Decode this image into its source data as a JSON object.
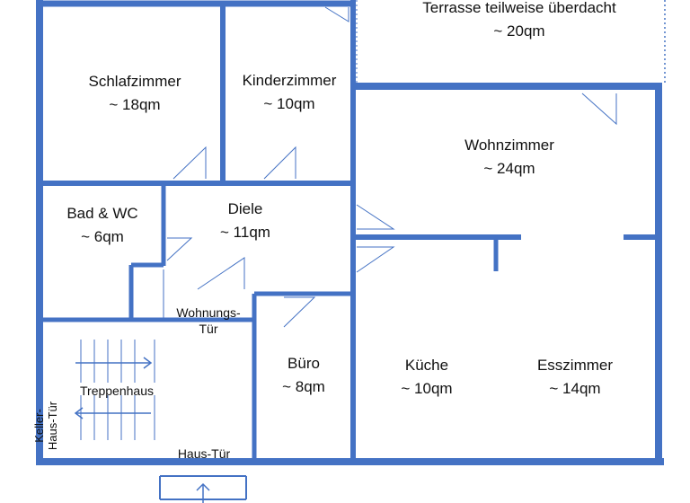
{
  "colors": {
    "wall": "#4472C4",
    "text": "#111111",
    "background": "#ffffff"
  },
  "rooms": {
    "terrasse": {
      "name": "Terrasse teilweise überdacht",
      "area": "~ 20qm"
    },
    "schlafzimmer": {
      "name": "Schlafzimmer",
      "area": "~ 18qm"
    },
    "kinderzimmer": {
      "name": "Kinderzimmer",
      "area": "~ 10qm"
    },
    "wohnzimmer": {
      "name": "Wohnzimmer",
      "area": "~ 24qm"
    },
    "bad": {
      "name": "Bad & WC",
      "area": "~ 6qm"
    },
    "diele": {
      "name": "Diele",
      "area": "~ 11qm"
    },
    "buero": {
      "name": "Büro",
      "area": "~ 8qm"
    },
    "kueche": {
      "name": "Küche",
      "area": "~ 10qm"
    },
    "esszimmer": {
      "name": "Esszimmer",
      "area": "~ 14qm"
    },
    "treppenhaus": {
      "name": "Treppenhaus"
    }
  },
  "doors": {
    "wohnungstuer_line1": "Wohnungs-",
    "wohnungstuer_line2": "Tür",
    "haustuer": "Haus-Tür",
    "kellerhaustuer_line1": "Keller-",
    "kellerhaustuer_line2": "Haus-Tür"
  }
}
